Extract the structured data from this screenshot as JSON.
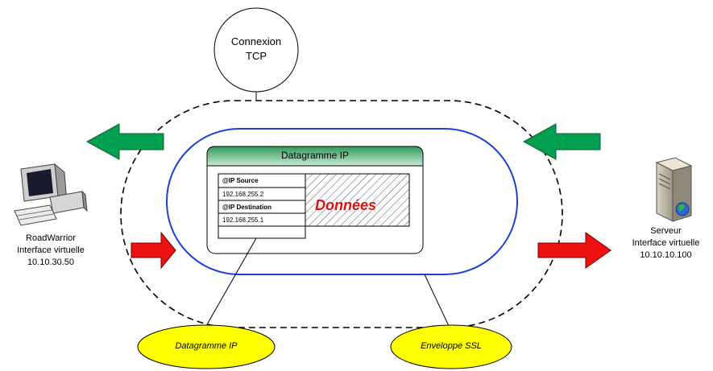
{
  "tcp": {
    "line1": "Connexion",
    "line2": "TCP"
  },
  "packet": {
    "header": "Datagramme IP",
    "src_label": "@IP Source",
    "src_value": "192.168.255.2",
    "dst_label": "@IP Destination",
    "dst_value": "192.168.255.1",
    "payload": "Données"
  },
  "client": {
    "name": "RoadWarrior",
    "iface": "Interface virtuelle",
    "ip": "10.10.30.50"
  },
  "server": {
    "name": "Serveur",
    "iface": "Interface virtuelle",
    "ip": "10.10.10.100"
  },
  "callouts": {
    "datagram": "Datagramme IP",
    "ssl": "Enveloppe SSL"
  },
  "colors": {
    "green": "#00a050",
    "red": "#ee1111",
    "blue": "#1f3fd0",
    "yellow": "#ffff00",
    "header_green": "#6ec28a",
    "payload_red": "#dd1111"
  }
}
